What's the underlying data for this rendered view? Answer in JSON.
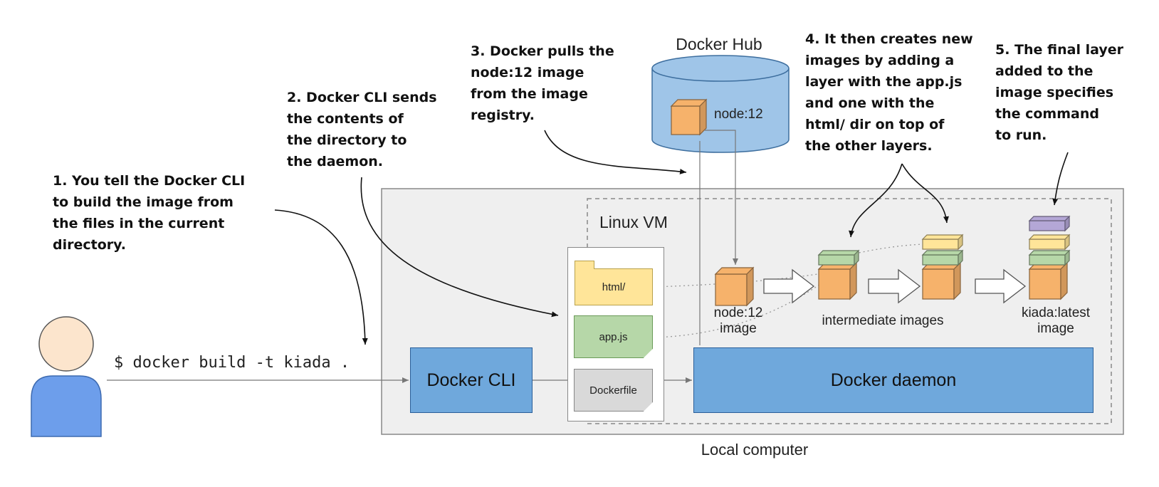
{
  "notes": {
    "step1": "1. You tell the Docker CLI\nto build the image from\nthe files in the current\ndirectory.",
    "step2": "2. Docker CLI sends\nthe contents of\nthe directory to\nthe daemon.",
    "step3": "3. Docker pulls the\nnode:12 image\nfrom the image\nregistry.",
    "step4": "4. It then creates new\nimages by adding a\nlayer with the app.js\nand one with the\nhtml/ dir on top of\nthe other layers.",
    "step5": "5. The final layer\nadded to the\nimage specifies\nthe command\nto run."
  },
  "command": "$ docker build -t kiada .",
  "docker_hub": {
    "title": "Docker Hub",
    "image_label": "node:12"
  },
  "local_computer": "Local computer",
  "linux_vm": "Linux VM",
  "docker_cli": "Docker CLI",
  "docker_daemon": "Docker daemon",
  "files": {
    "html": "html/",
    "app": "app.js",
    "dockerfile": "Dockerfile"
  },
  "images": {
    "node": "node:12\nimage",
    "intermediate": "intermediate images",
    "final": "kiada:latest\nimage"
  },
  "colors": {
    "orange": "#f6b26b",
    "green": "#b6d7a8",
    "yellow": "#ffe599",
    "purple": "#b4a7d6",
    "blue": "#6fa8dc"
  }
}
